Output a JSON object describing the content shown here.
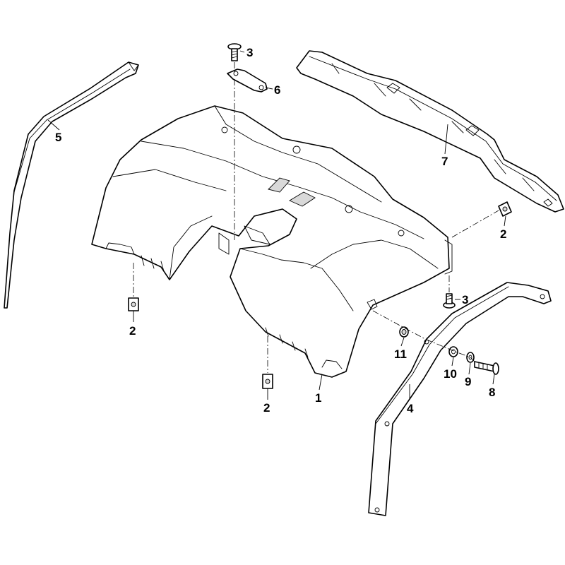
{
  "callouts": {
    "c1": "1",
    "c2a": "2",
    "c2b": "2",
    "c2c": "2",
    "c3a": "3",
    "c3b": "3",
    "c4": "4",
    "c5": "5",
    "c6": "6",
    "c7": "7",
    "c8": "8",
    "c9": "9",
    "c10": "10",
    "c11": "11"
  }
}
